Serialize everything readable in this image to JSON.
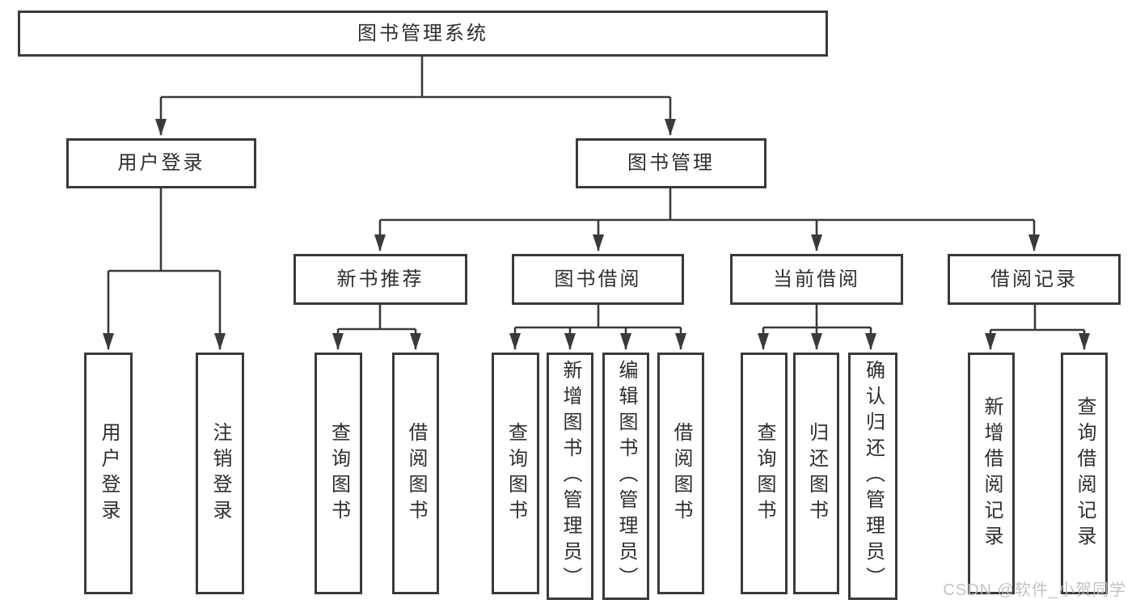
{
  "diagram": {
    "type": "tree",
    "title": "图书管理系统",
    "colors": {
      "background": "#ffffff",
      "line": "#3a3a3a",
      "box_border": "#3a3a3a",
      "text": "#2e2e2e",
      "watermark": "#bdbdbd"
    }
  },
  "watermark": {
    "text": "CSDN @软件_小贺同学"
  },
  "nodes": {
    "root": {
      "label": "图书管理系统",
      "children": [
        "user_login",
        "book_mgmt"
      ]
    },
    "user_login": {
      "label": "用户登录",
      "children": [
        "leaf_user_login",
        "leaf_logout"
      ]
    },
    "book_mgmt": {
      "label": "图书管理",
      "children": [
        "new_book_rec",
        "book_borrow",
        "current_borrow",
        "borrow_records"
      ]
    },
    "new_book_rec": {
      "label": "新书推荐",
      "children": [
        "leaf_nbr_query",
        "leaf_nbr_borrow"
      ]
    },
    "book_borrow": {
      "label": "图书借阅",
      "children": [
        "leaf_bb_query",
        "leaf_bb_add",
        "leaf_bb_edit",
        "leaf_bb_borrow"
      ]
    },
    "current_borrow": {
      "label": "当前借阅",
      "children": [
        "leaf_cb_query",
        "leaf_cb_return",
        "leaf_cb_confirm"
      ]
    },
    "borrow_records": {
      "label": "借阅记录",
      "children": [
        "leaf_br_add",
        "leaf_br_query"
      ]
    },
    "leaf_user_login": {
      "label": "用户登录"
    },
    "leaf_logout": {
      "label": "注销登录"
    },
    "leaf_nbr_query": {
      "label": "查询图书"
    },
    "leaf_nbr_borrow": {
      "label": "借阅图书"
    },
    "leaf_bb_query": {
      "label": "查询图书"
    },
    "leaf_bb_add": {
      "label": "新增图书（管理员）"
    },
    "leaf_bb_edit": {
      "label": "编辑图书（管理员）"
    },
    "leaf_bb_borrow": {
      "label": "借阅图书"
    },
    "leaf_cb_query": {
      "label": "查询图书"
    },
    "leaf_cb_return": {
      "label": "归还图书"
    },
    "leaf_cb_confirm": {
      "label": "确认归还（管理员）"
    },
    "leaf_br_add": {
      "label": "新增借阅记录"
    },
    "leaf_br_query": {
      "label": "查询借阅记录"
    }
  }
}
